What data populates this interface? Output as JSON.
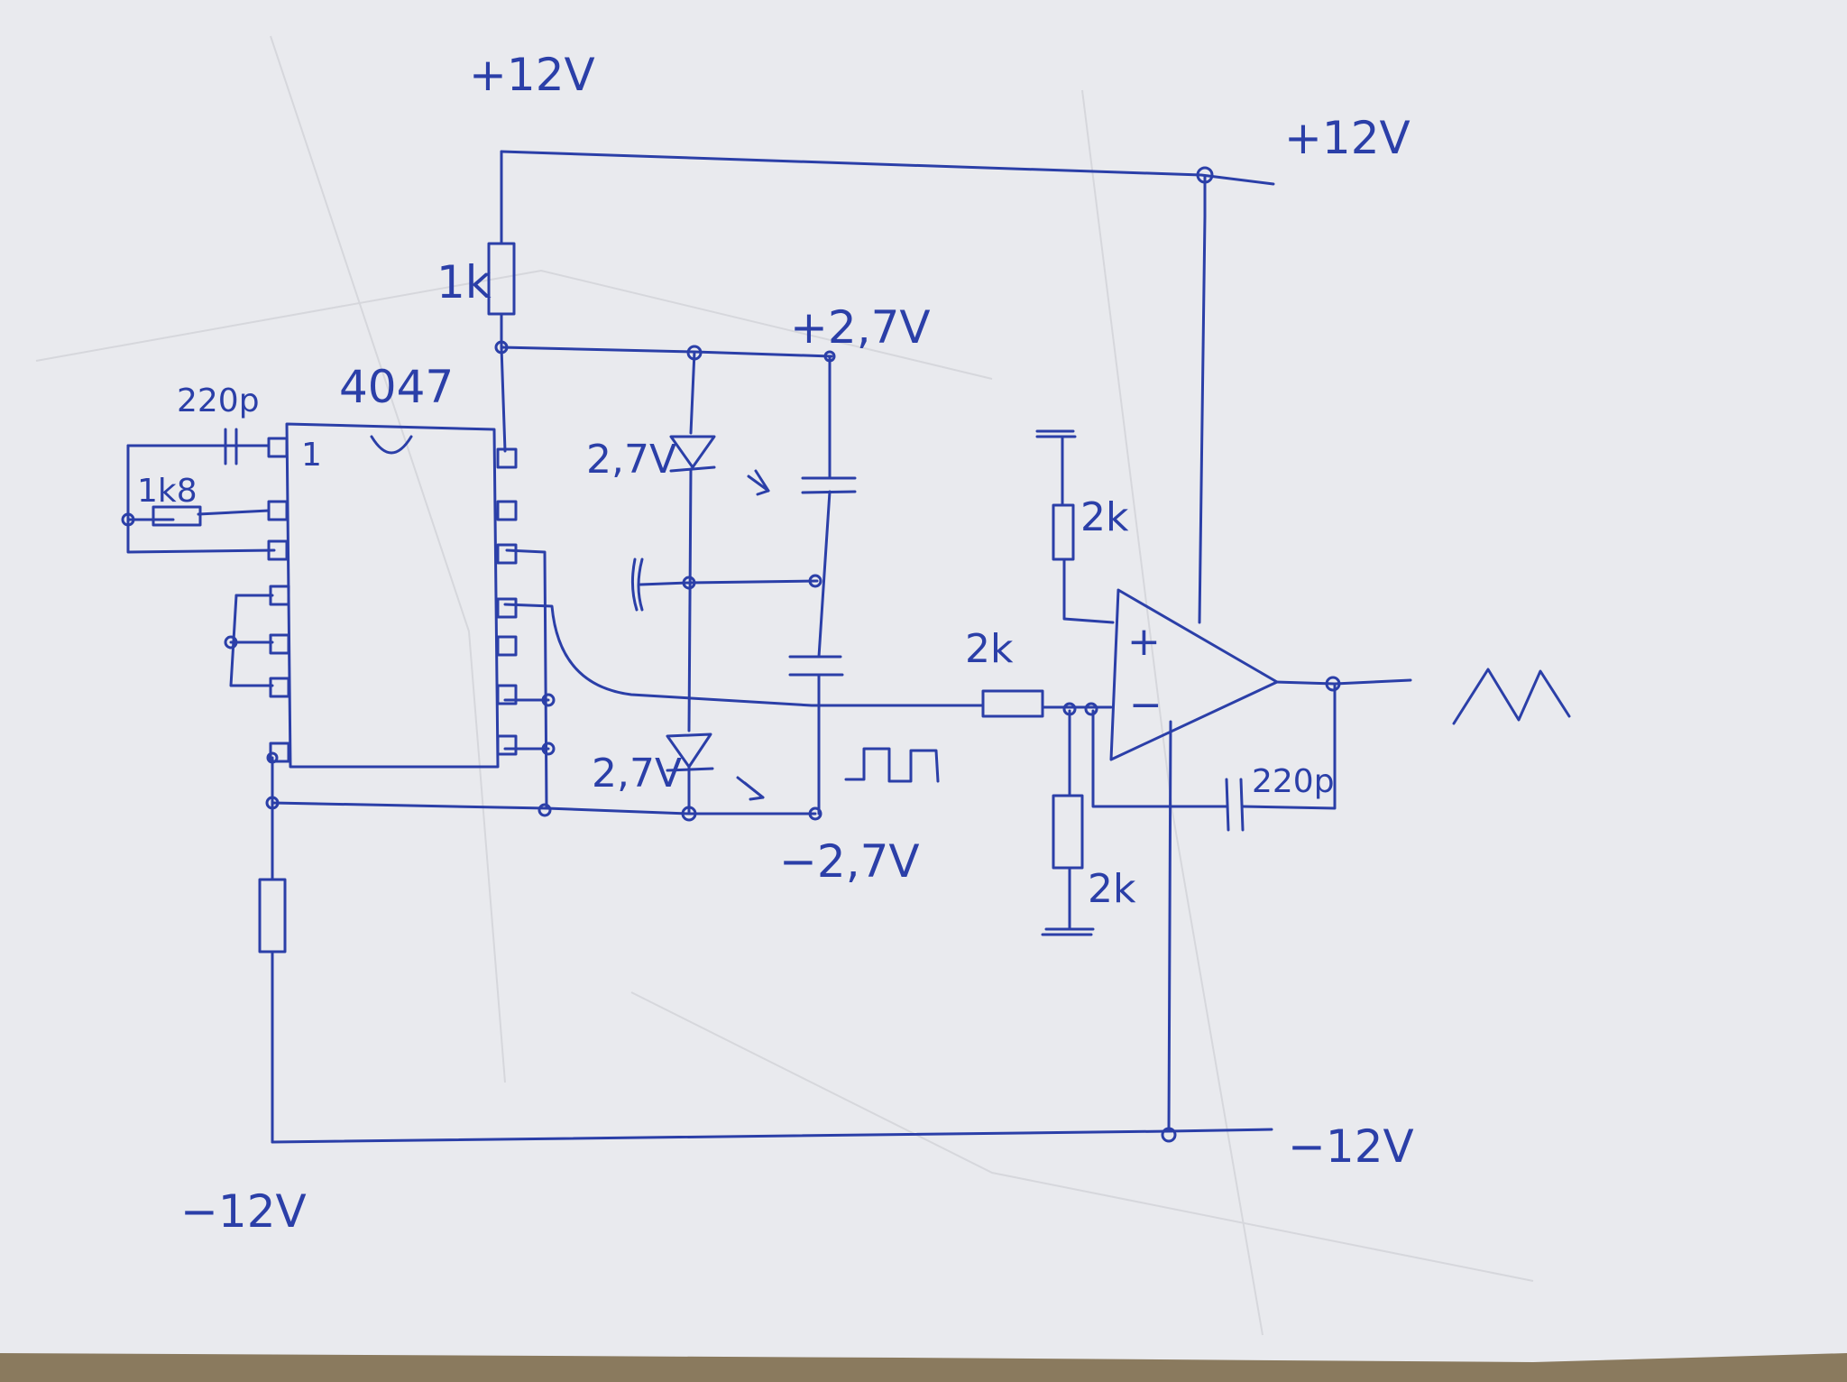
{
  "labels": {
    "vplus_top": "+12V",
    "vplus_right": "+12V",
    "vminus_left": "−12V",
    "vminus_right": "−12V",
    "resistor_1k": "1k",
    "ic_name": "4047",
    "cap_220p_left": "220p",
    "resistor_1k8": "1k8",
    "pin_1": "1",
    "zener_top": "2,7V",
    "zener_bottom": "2,7V",
    "rail_pos_2v7": "+2,7V",
    "rail_neg_2v7": "−2,7V",
    "resistor_2k_input": "2k",
    "resistor_2k_top": "2k",
    "resistor_2k_bottom": "2k",
    "cap_220p_feedback": "220p",
    "opamp_plus": "+",
    "opamp_minus": "−"
  },
  "colors": {
    "ink": "#2b3fa8",
    "paper": "#e9eaee",
    "background": "#8a7a5e"
  }
}
